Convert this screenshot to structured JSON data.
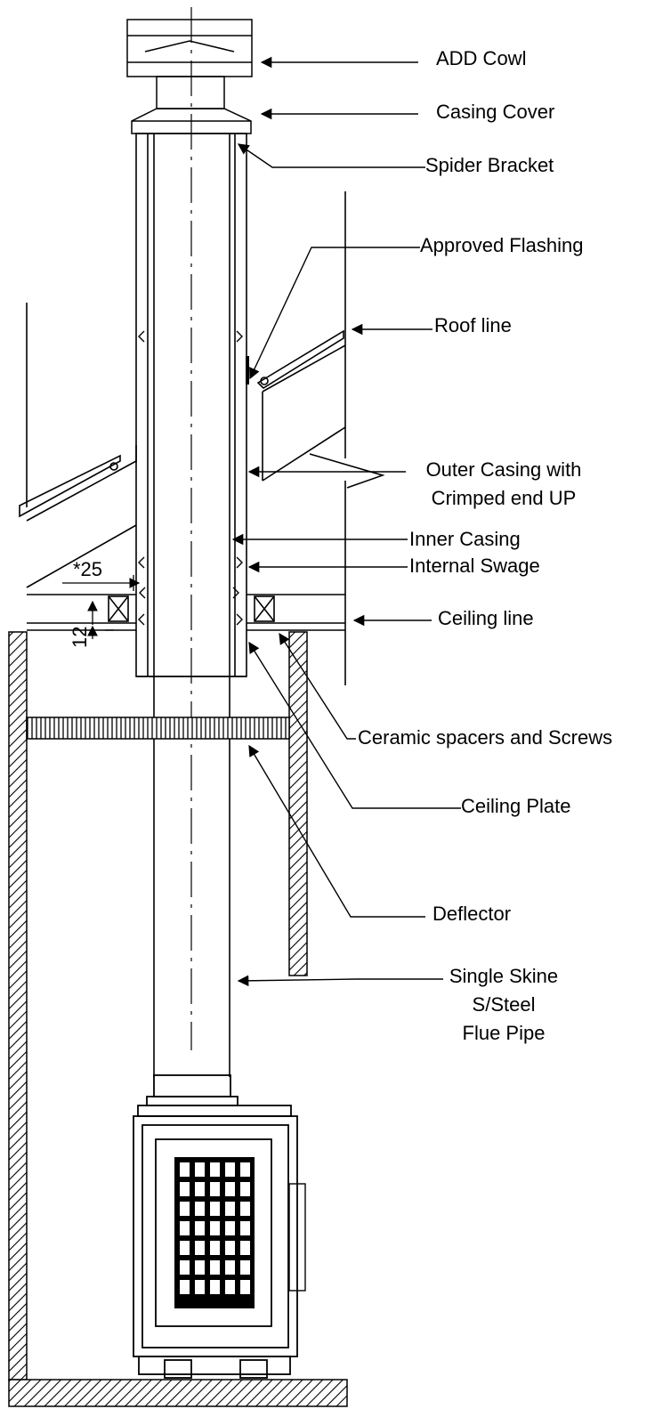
{
  "labels": {
    "add_cowl": "ADD Cowl",
    "casing_cover": "Casing Cover",
    "spider_bracket": "Spider Bracket",
    "approved_flashing": "Approved Flashing",
    "roof_line": "Roof line",
    "outer_casing_1": "Outer Casing with",
    "outer_casing_2": "Crimped end UP",
    "inner_casing": "Inner Casing",
    "internal_swage": "Internal Swage",
    "ceiling_line": "Ceiling line",
    "ceramic_spacers": "Ceramic spacers and Screws",
    "ceiling_plate": "Ceiling Plate",
    "deflector": "Deflector",
    "flue_pipe_1": "Single Skine",
    "flue_pipe_2": "S/Steel",
    "flue_pipe_3": "Flue Pipe"
  },
  "dimensions": {
    "gap": "*25",
    "ceiling_offset": "12"
  }
}
